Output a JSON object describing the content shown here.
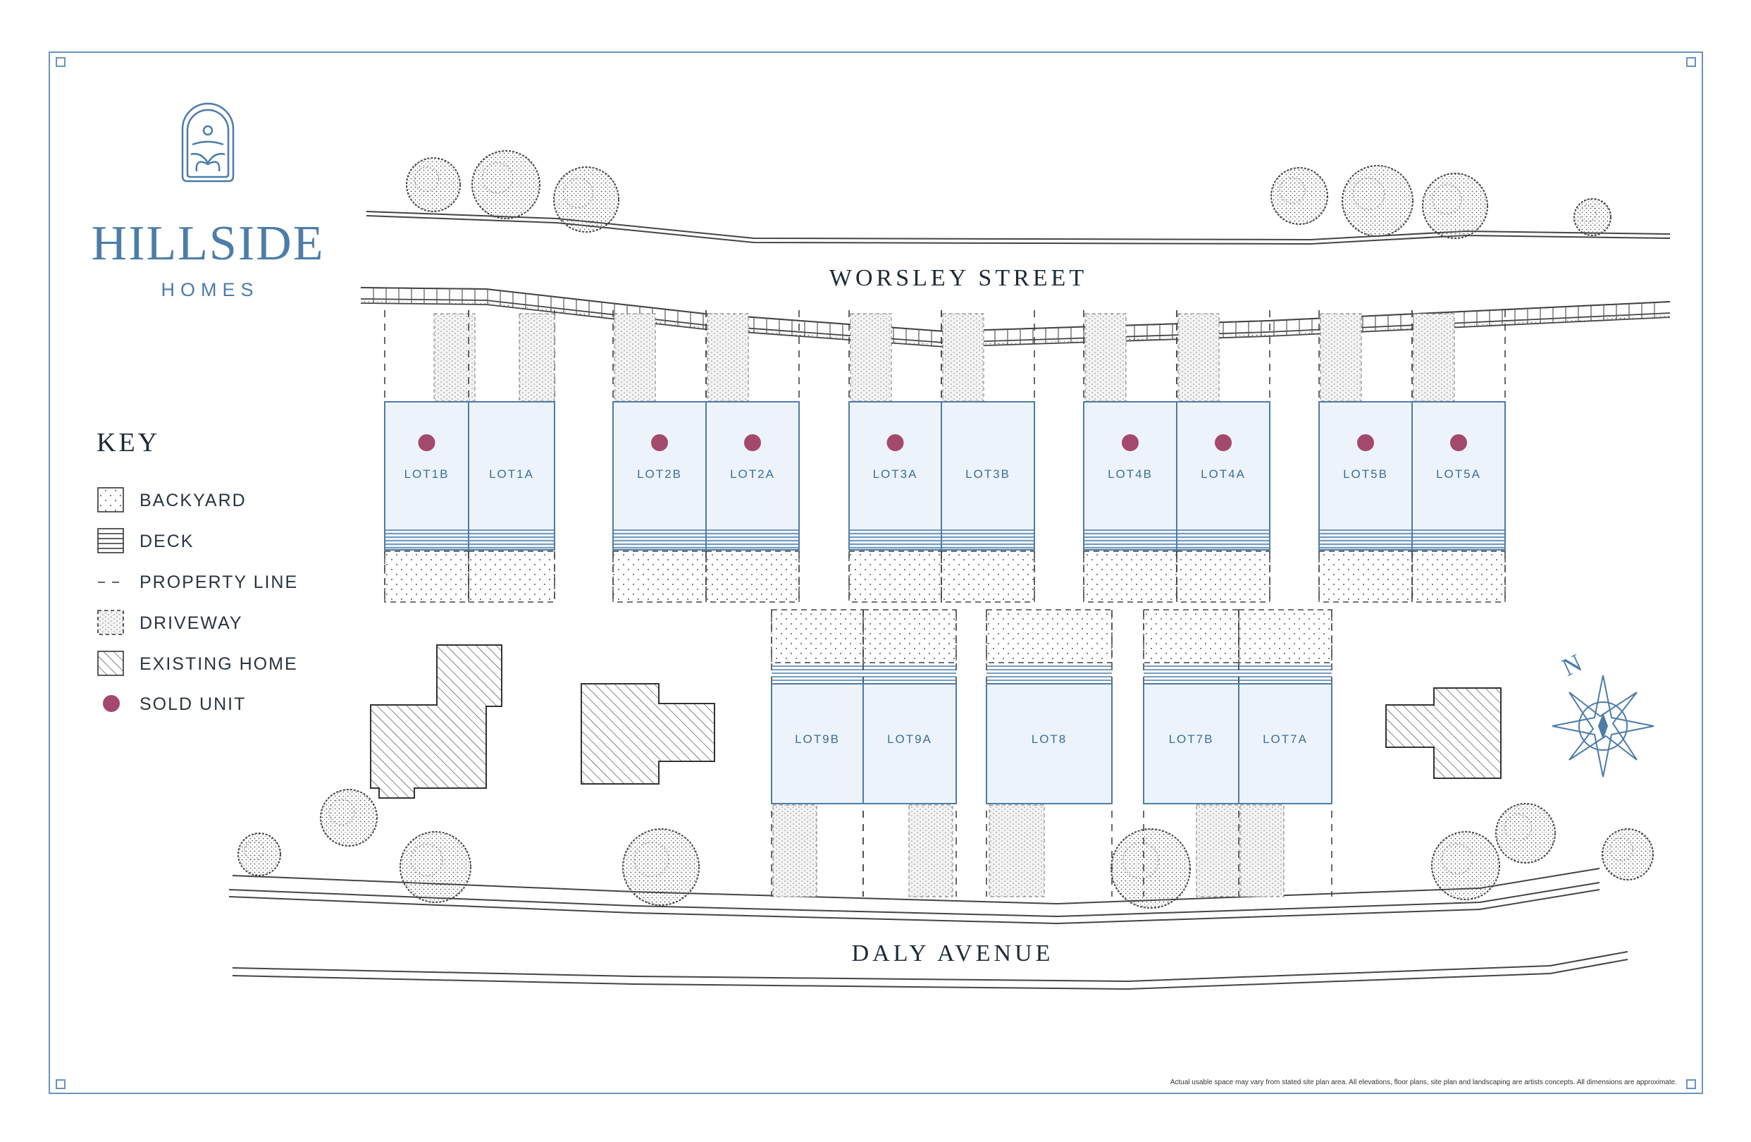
{
  "brand": {
    "name": "HILLSIDE",
    "sub": "HOMES",
    "logo_icon": "sun-hill-arch-icon"
  },
  "streets": {
    "north": "WORSLEY STREET",
    "south": "DALY AVENUE"
  },
  "key": {
    "title": "KEY",
    "items": [
      {
        "id": "backyard",
        "label": "BACKYARD"
      },
      {
        "id": "deck",
        "label": "DECK"
      },
      {
        "id": "property-line",
        "label": "PROPERTY LINE"
      },
      {
        "id": "driveway",
        "label": "DRIVEWAY"
      },
      {
        "id": "existing-home",
        "label": "EXISTING HOME"
      },
      {
        "id": "sold-unit",
        "label": "SOLD UNIT"
      }
    ]
  },
  "lots_north": [
    {
      "label": "LOT1B",
      "sold": true
    },
    {
      "label": "LOT1A",
      "sold": false
    },
    {
      "label": "LOT2B",
      "sold": true
    },
    {
      "label": "LOT2A",
      "sold": true
    },
    {
      "label": "LOT3A",
      "sold": true
    },
    {
      "label": "LOT3B",
      "sold": false
    },
    {
      "label": "LOT4B",
      "sold": true
    },
    {
      "label": "LOT4A",
      "sold": true
    },
    {
      "label": "LOT5B",
      "sold": true
    },
    {
      "label": "LOT5A",
      "sold": true
    }
  ],
  "lots_south": [
    {
      "label": "LOT9B",
      "sold": false
    },
    {
      "label": "LOT9A",
      "sold": false
    },
    {
      "label": "LOT8",
      "sold": false
    },
    {
      "label": "LOT7B",
      "sold": false
    },
    {
      "label": "LOT7A",
      "sold": false
    }
  ],
  "compass": {
    "label": "N"
  },
  "disclaimer": "Actual usable space may vary from stated site plan area. All elevations, floor plans, site plan and landscaping are artists concepts. All dimensions are approximate.",
  "colors": {
    "sold": "#a3496b",
    "lot_fill": "#edf3fb",
    "lot_stroke": "#4d7ca8",
    "ink": "#333333",
    "frame": "#6b93bd"
  }
}
